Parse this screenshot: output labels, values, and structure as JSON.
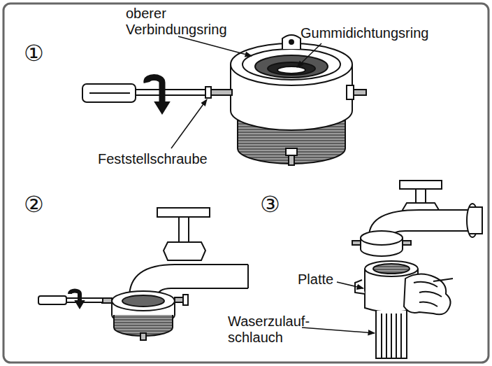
{
  "diagram": {
    "labels": [
      "①",
      "oberer Verbindungsring",
      "Gummidichtungsring",
      "Feststellschraube",
      "②",
      "③",
      "Platte",
      "Waserzulauf- schlauch"
    ]
  }
}
